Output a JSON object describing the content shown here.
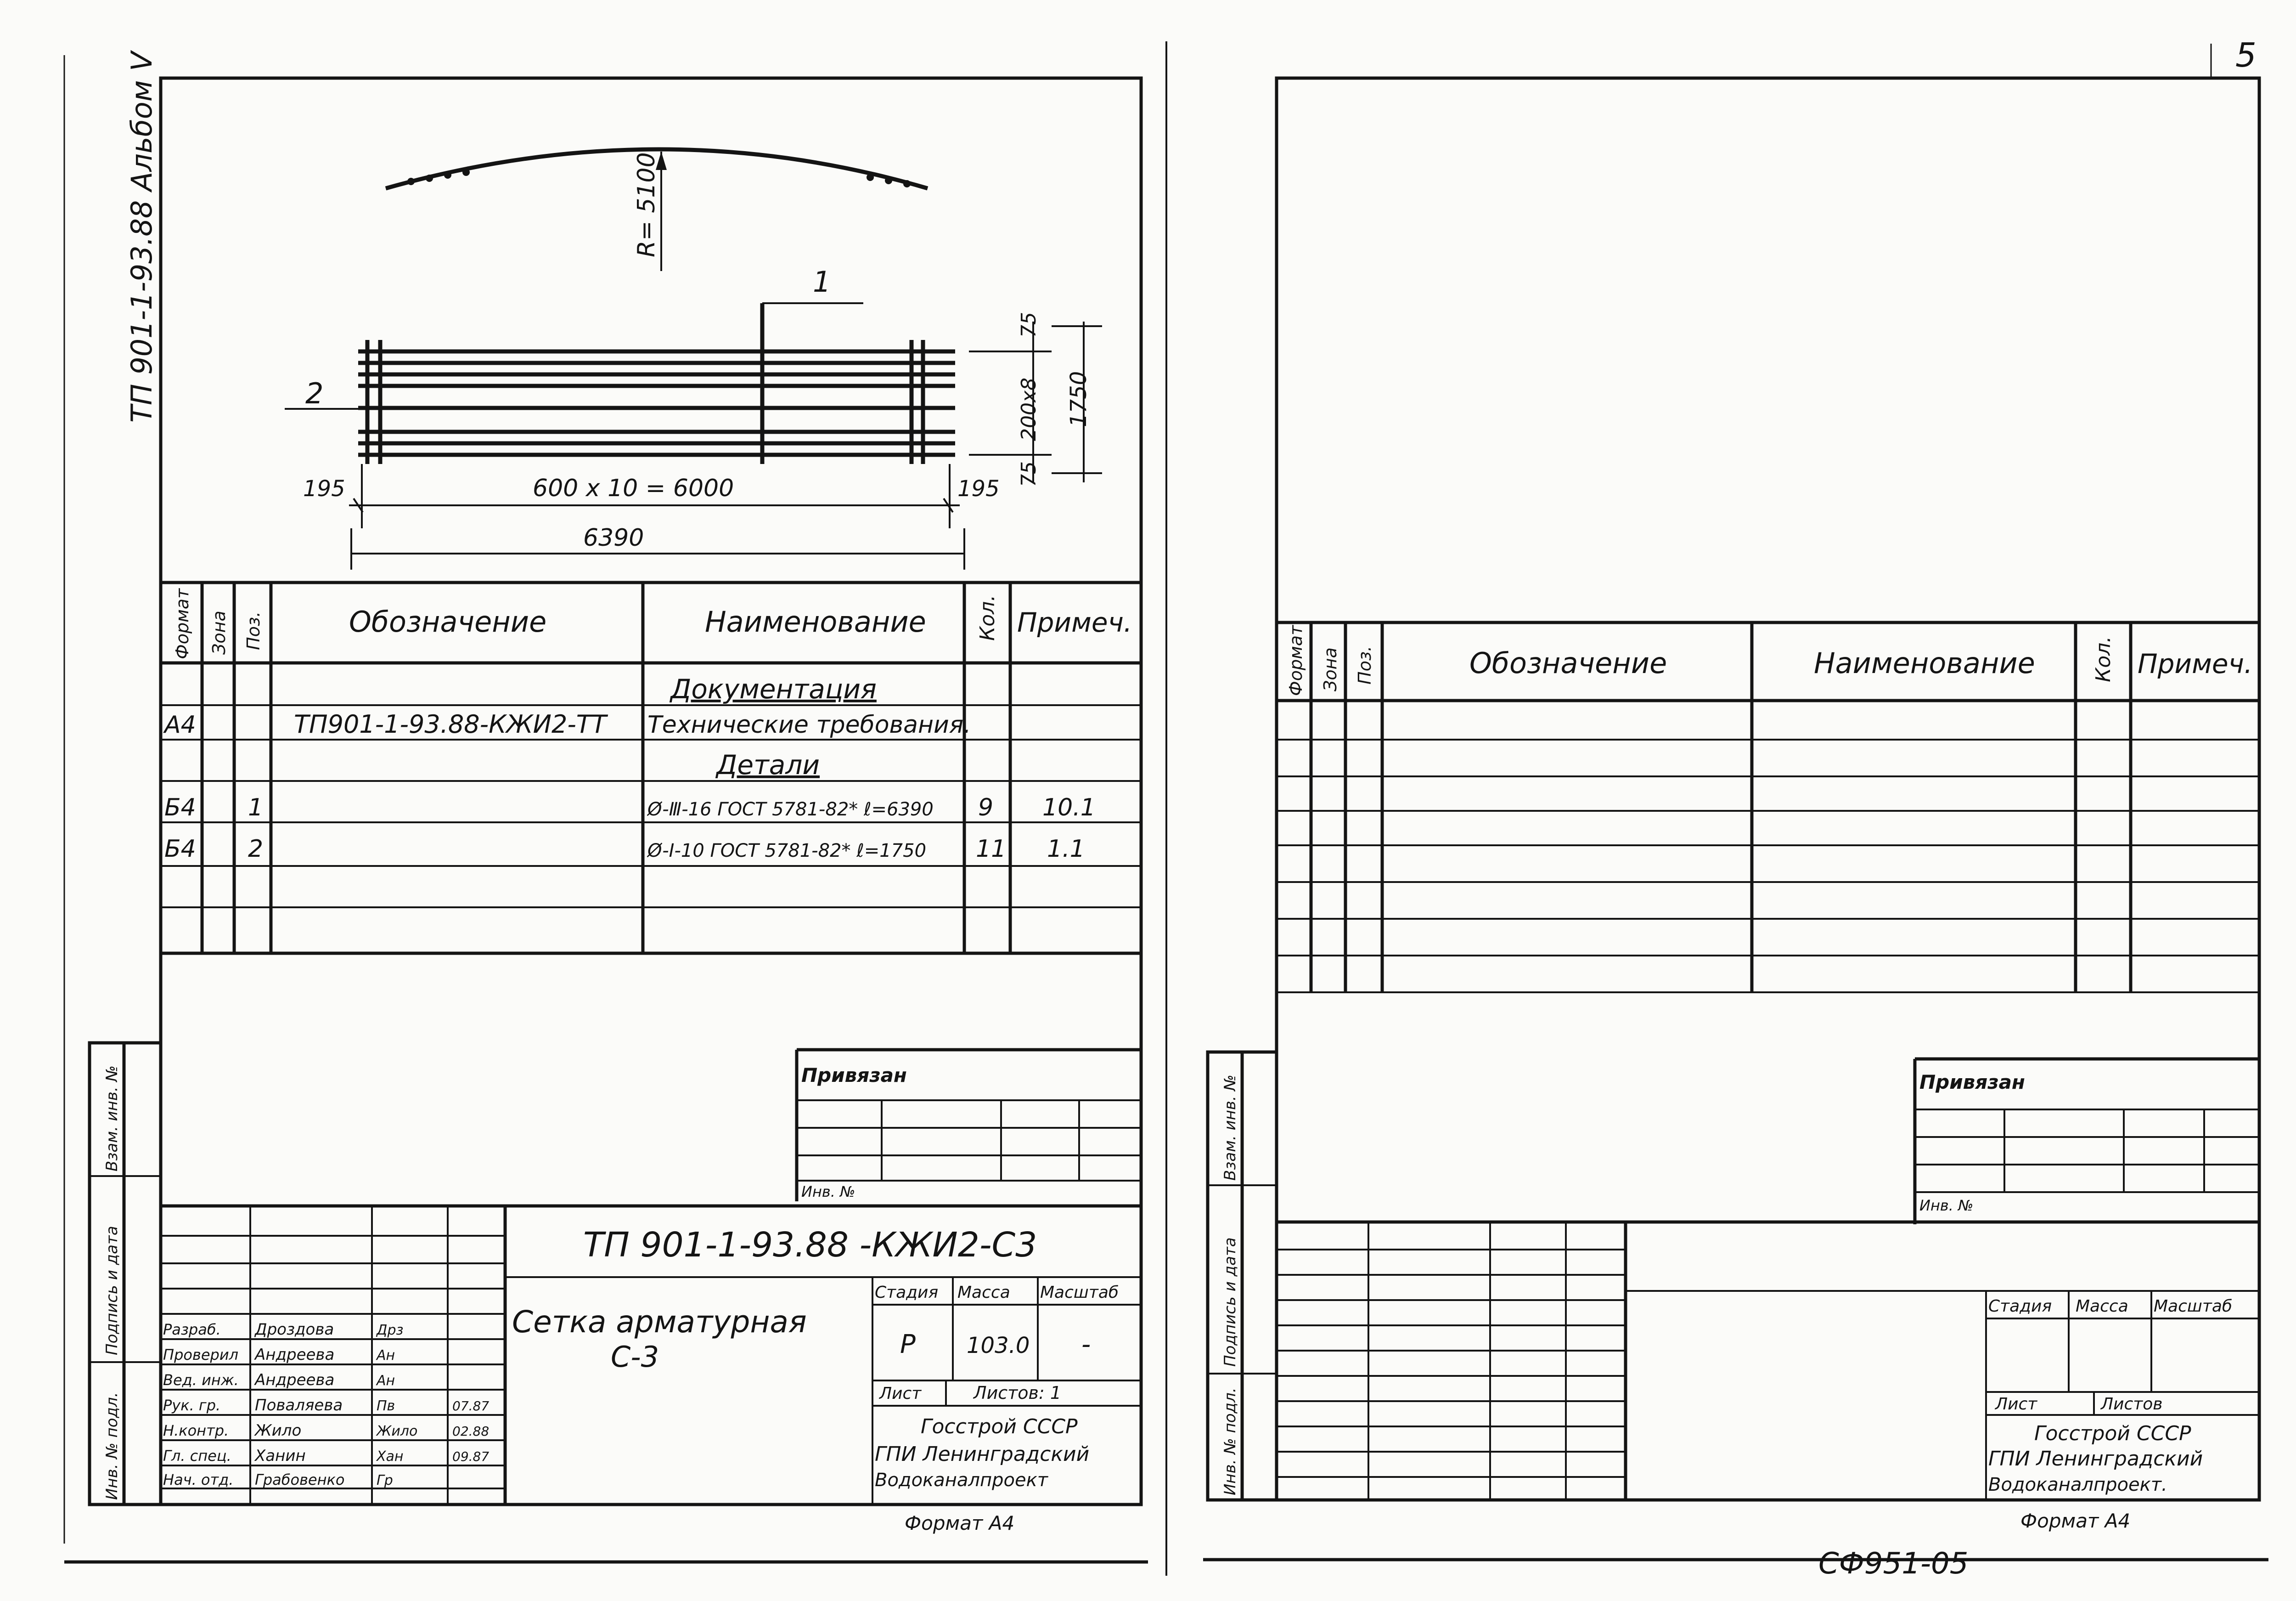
{
  "page_number": "5",
  "left_sheet": {
    "album_code": "ТП 901-1-93.88 Альбом V",
    "drawing": {
      "radius": "R= 5100",
      "pos1": "1",
      "pos2": "2",
      "dim_pitch_h": "600 x 10 = 6000",
      "dim_total_h": "6390",
      "dim_edge_left": "195",
      "dim_edge_right": "195",
      "dim_top": "75",
      "dim_pitch_v": "200x8",
      "dim_bottom": "75",
      "dim_total_v": "1750"
    },
    "spec_headers": [
      "Формат",
      "Зона",
      "Поз.",
      "Обозначение",
      "Наименование",
      "Кол.",
      "Примеч."
    ],
    "spec_rows": [
      {
        "format": "",
        "zone": "",
        "pos": "",
        "designation": "",
        "name": "Документация",
        "qty": "",
        "note": "",
        "heading": true
      },
      {
        "format": "А4",
        "zone": "",
        "pos": "",
        "designation": "ТП901-1-93.88-КЖИ2-ТТ",
        "name": "Технические требования.",
        "qty": "",
        "note": "",
        "heading": false
      },
      {
        "format": "",
        "zone": "",
        "pos": "",
        "designation": "",
        "name": "Детали",
        "qty": "",
        "note": "",
        "heading": true
      },
      {
        "format": "Б4",
        "zone": "",
        "pos": "1",
        "designation": "",
        "name": "Ø-Ⅲ-16 ГОСТ 5781-82* ℓ=6390",
        "qty": "9",
        "note": "10.1",
        "heading": false
      },
      {
        "format": "Б4",
        "zone": "",
        "pos": "2",
        "designation": "",
        "name": "Ø-Ⅰ-10 ГОСТ 5781-82* ℓ=1750",
        "qty": "11",
        "note": "1.1",
        "heading": false
      },
      {
        "format": "",
        "zone": "",
        "pos": "",
        "designation": "",
        "name": "",
        "qty": "",
        "note": "",
        "heading": false
      },
      {
        "format": "",
        "zone": "",
        "pos": "",
        "designation": "",
        "name": "",
        "qty": "",
        "note": "",
        "heading": false
      }
    ],
    "privyazan": "Привязан",
    "inv_no": "Инв. №",
    "side_labels": [
      "Инв. № подл.",
      "Подпись и дата",
      "Взам. инв. №"
    ],
    "title_block": {
      "doc_code": "ТП 901-1-93.88 -КЖИ2-С3",
      "title_line1": "Сетка арматурная",
      "title_line2": "С-3",
      "stage_label": "Стадия",
      "mass_label": "Масса",
      "scale_label": "Масштаб",
      "stage": "Р",
      "mass": "103.0",
      "scale": "-",
      "sheet_label": "Лист",
      "sheets_label": "Листов: 1",
      "org1": "Госстрой СССР",
      "org2": "ГПИ Ленинградский",
      "org3": "Водоканалпроект",
      "format": "Формат А4",
      "people": [
        {
          "role": "Разраб.",
          "name": "Дроздова",
          "sign": "Дрз",
          "date": ""
        },
        {
          "role": "Проверил",
          "name": "Андреева",
          "sign": "Ан",
          "date": ""
        },
        {
          "role": "Вед. инж.",
          "name": "Андреева",
          "sign": "Ан",
          "date": ""
        },
        {
          "role": "Рук. гр.",
          "name": "Поваляева",
          "sign": "Пв",
          "date": "07.87"
        },
        {
          "role": "Н.контр.",
          "name": "Жило",
          "sign": "Жило",
          "date": "02.88"
        },
        {
          "role": "Гл. спец.",
          "name": "Ханин",
          "sign": "Хан",
          "date": "09.87"
        },
        {
          "role": "Нач. отд.",
          "name": "Грабовенко",
          "sign": "Гр",
          "date": ""
        }
      ]
    }
  },
  "right_sheet": {
    "spec_headers": [
      "Формат",
      "Зона",
      "Поз.",
      "Обозначение",
      "Наименование",
      "Кол.",
      "Примеч."
    ],
    "privyazan": "Привязан",
    "inv_no": "Инв. №",
    "side_labels": [
      "Инв. № подл.",
      "Подпись и дата",
      "Взам. инв. №"
    ],
    "title_block": {
      "stage_label": "Стадия",
      "mass_label": "Масса",
      "scale_label": "Масштаб",
      "sheet_label": "Лист",
      "sheets_label": "Листов",
      "org1": "Госстрой СССР",
      "org2": "ГПИ Ленинградский",
      "org3": "Водоканалпроект.",
      "format": "Формат А4"
    }
  },
  "archive_code": "СФ951-05"
}
